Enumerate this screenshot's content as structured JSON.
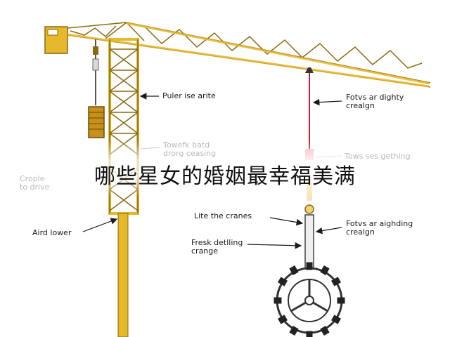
{
  "colors": {
    "steel": "#e7b72c",
    "steel_dark": "#8a6a10",
    "cable": "#c81e3c",
    "ink": "#1a1a1a",
    "faded": "#b8b8b8"
  },
  "overlay": {
    "title": "哪些星女的婚姻最幸福美满"
  },
  "labels": {
    "tower_label": "Puler ise arite",
    "hook_label_top_line1": "Fotvs ar dighty",
    "hook_label_top_line2": "crealgn",
    "faded_mid_line1": "Towefk batd",
    "faded_mid_line2": "drorg ceasing",
    "faded_right": "Tows ses gething",
    "faded_left_line1": "Crople",
    "faded_left_line2": "to drive",
    "aird_lower": "Aird lower",
    "lite_cranes": "Lite the cranes",
    "fotvs_bottom_line1": "Fotvs ar aighding",
    "fotvs_bottom_line2": "crealgn",
    "fresk_line1": "Fresk detlling",
    "fresk_line2": "crange"
  }
}
